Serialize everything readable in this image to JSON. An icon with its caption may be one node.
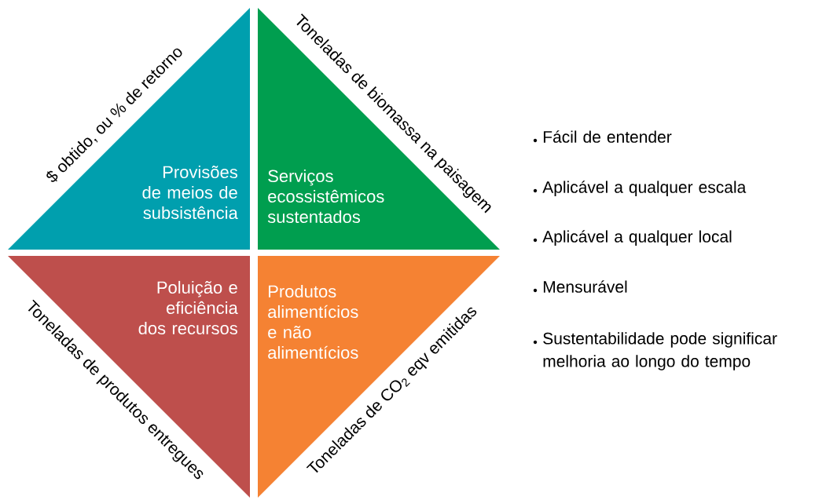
{
  "diagram": {
    "nodes": [
      {
        "text": [
          "Provisões de meios de subsistência"
        ],
        "beside": [
          "$ obtido, ou % de retorno"
        ]
      },
      {
        "text": [
          "Serviços ecossistêmicos sustentados"
        ],
        "beside": [
          "Toneladas de biomassa na paisagem"
        ]
      },
      {
        "text": [
          "Poluição e eficiência dos recursos"
        ],
        "beside": [
          "Toneladas de produtos entregues"
        ]
      },
      {
        "text": [
          "Produtos alimentícios e não alimentícios"
        ],
        "beside": [
          "Toneladas de CO$_{2}$ eqv emitidas"
        ]
      }
    ],
    "labels": [
      "Fácil de entender",
      "Aplicável a qualquer escala",
      "Aplicável a qualquer local",
      "Mensurável",
      "Sustentabilidade pode significar melhoria ao longo do tempo"
    ]
  }
}
